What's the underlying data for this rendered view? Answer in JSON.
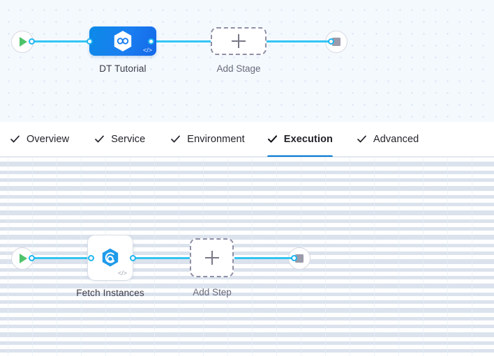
{
  "colors": {
    "accent_blue": "#0278d5",
    "wire_blue": "#33c5f3",
    "port_blue": "#1fb6f0",
    "stage_node_blue": "#1a7ef0",
    "start_green": "#4ec36a",
    "stop_gray": "#9b9bab",
    "dashed_border": "#8f90a6",
    "stage_canvas_bg": "#f4f9fe",
    "step_canvas_bg": "#ffffff",
    "text_primary": "#22222a",
    "text_muted": "#6a6a7a"
  },
  "stage_canvas": {
    "name": "pipeline-stage-canvas",
    "start_node": {
      "icon": "play-icon"
    },
    "end_node": {
      "icon": "stop-icon"
    },
    "stage": {
      "label": "DT Tutorial",
      "icon": "harness-hexagon-infinity-icon",
      "code_badge": "</>"
    },
    "add_stage": {
      "label": "Add Stage",
      "icon": "plus-icon"
    }
  },
  "tabs": {
    "name": "stage-config-tabs",
    "items": [
      {
        "label": "Overview",
        "icon": "check-icon",
        "active": false
      },
      {
        "label": "Service",
        "icon": "check-icon",
        "active": false
      },
      {
        "label": "Environment",
        "icon": "check-icon",
        "active": false
      },
      {
        "label": "Execution",
        "icon": "check-icon",
        "active": true
      },
      {
        "label": "Advanced",
        "icon": "check-icon",
        "active": false
      }
    ]
  },
  "step_canvas": {
    "name": "execution-step-canvas",
    "start_node": {
      "icon": "play-icon"
    },
    "end_node": {
      "icon": "stop-icon"
    },
    "step": {
      "label": "Fetch Instances",
      "icon": "hexagon-swirl-icon",
      "code_badge": "</>"
    },
    "add_step": {
      "label": "Add Step",
      "icon": "plus-icon"
    }
  }
}
